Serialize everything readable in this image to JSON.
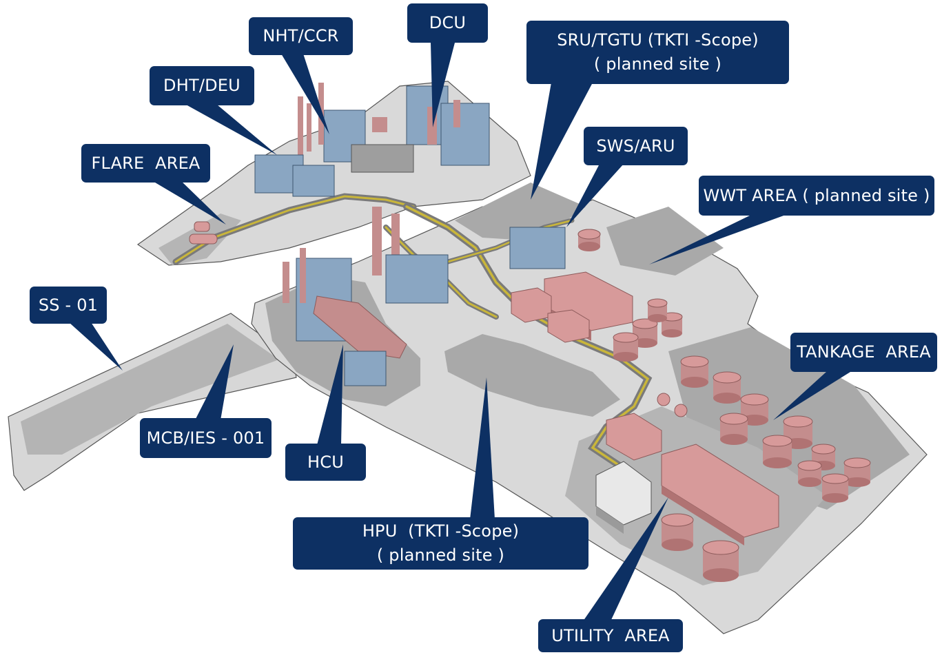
{
  "colors": {
    "callout_fill": "#0d3063",
    "callout_text": "#ffffff",
    "ground": "#d4d4d4",
    "pad": "#a9a9a9",
    "building_roof": "#d79a9a",
    "building_side": "#b07373",
    "structure": "#8aa6c2",
    "pipe": "#c9b63a"
  },
  "callouts": {
    "dcu": {
      "label": "DCU"
    },
    "nht_ccr": {
      "label": "NHT/CCR"
    },
    "dht_deu": {
      "label": "DHT/DEU"
    },
    "flare_area": {
      "label": "FLARE  AREA"
    },
    "sru_tgtu": {
      "line1": "SRU/TGTU (TKTI -Scope)",
      "line2": "( planned site )"
    },
    "sws_aru": {
      "label": "SWS/ARU"
    },
    "wwt_area": {
      "label": "WWT AREA ( planned site )"
    },
    "ss_01": {
      "label": "SS - 01"
    },
    "mcb_ies": {
      "label": "MCB/IES - 001"
    },
    "hcu": {
      "label": "HCU"
    },
    "tankage_area": {
      "label": "TANKAGE  AREA"
    },
    "hpu": {
      "line1": "HPU  (TKTI -Scope)",
      "line2": "( planned site )"
    },
    "utility_area": {
      "label": "UTILITY  AREA"
    }
  }
}
